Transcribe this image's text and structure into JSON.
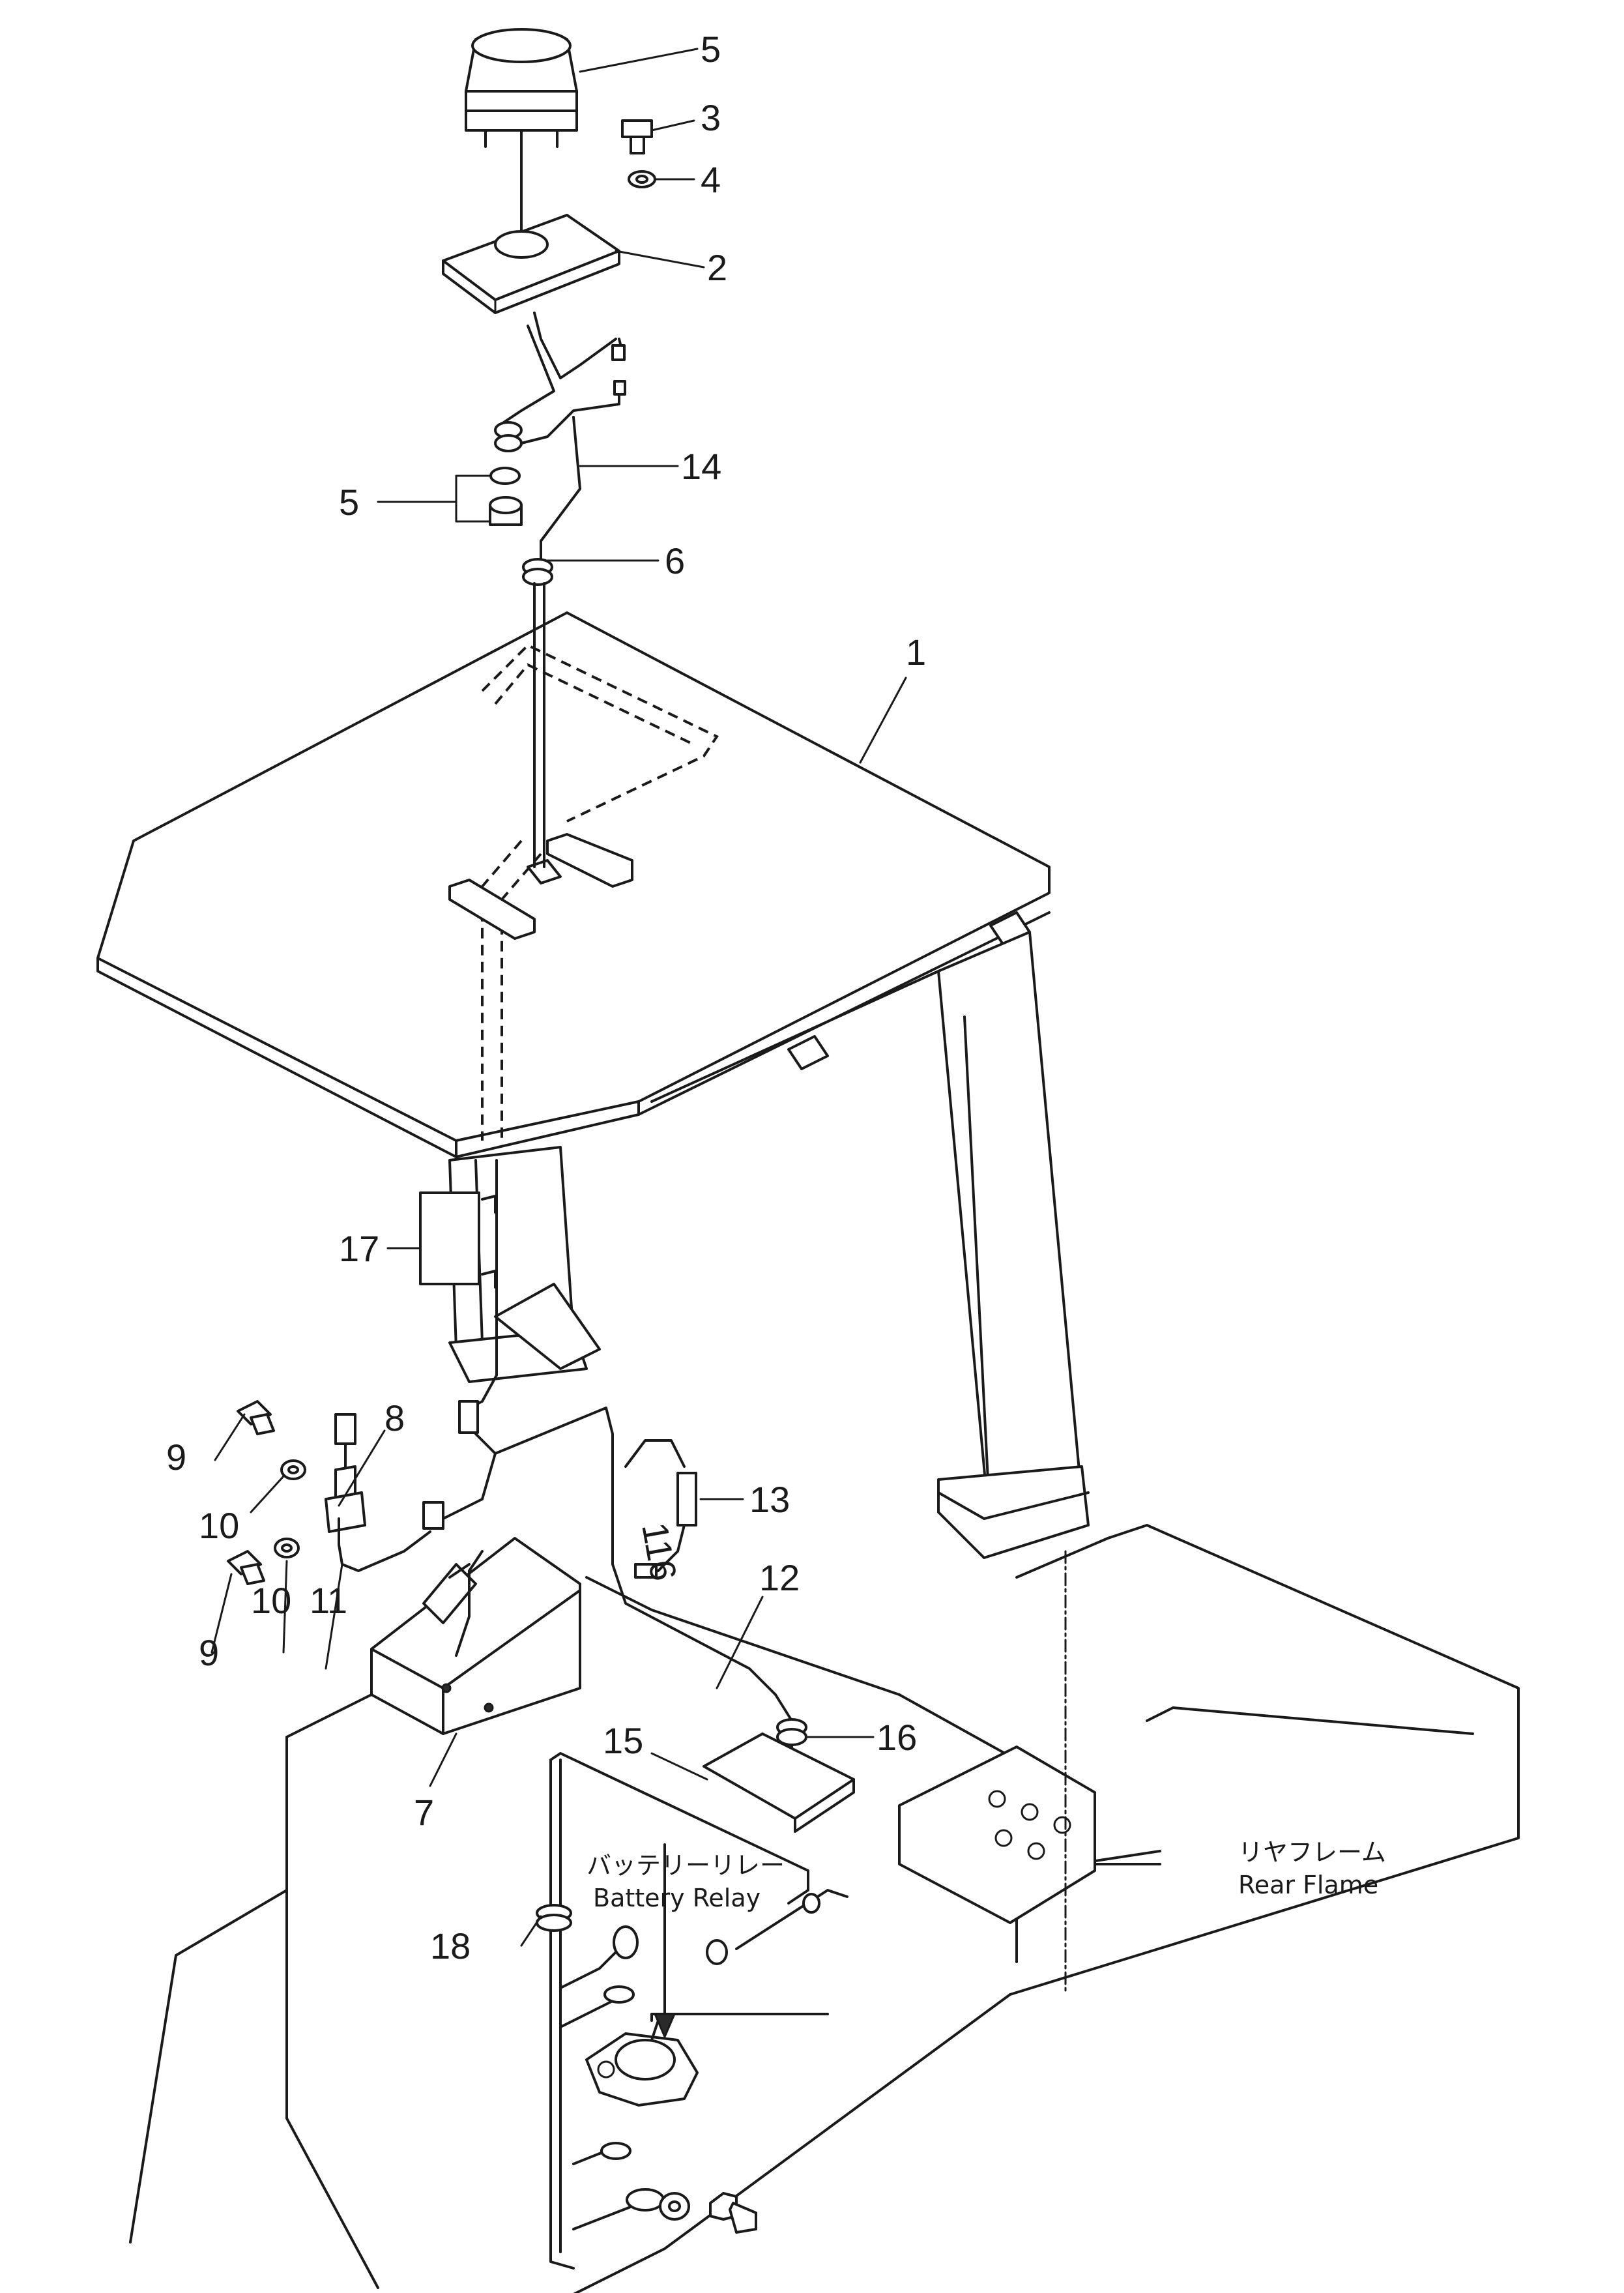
{
  "callouts": {
    "c1": "1",
    "c2": "2",
    "c3": "3",
    "c4": "4",
    "c5a": "5",
    "c5b": "5",
    "c6": "6",
    "c7": "7",
    "c8": "8",
    "c9a": "9",
    "c9b": "9",
    "c10a": "10",
    "c10b": "10",
    "c11": "11",
    "c12": "12",
    "c13": "13",
    "c14": "14",
    "c15": "15",
    "c16": "16",
    "c17": "17",
    "c18": "18"
  },
  "wire_mark": "116",
  "labels": {
    "battery_relay_jp": "バッテリーリレー",
    "battery_relay_en": "Battery Relay",
    "rear_frame_jp": "リヤフレーム",
    "rear_frame_en": "Rear Flame"
  }
}
